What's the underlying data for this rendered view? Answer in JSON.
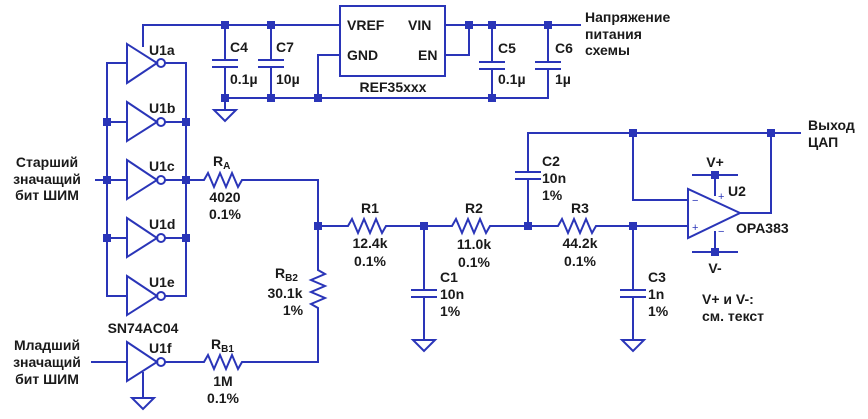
{
  "diagram": {
    "type": "circuit-schematic",
    "wire_color": "#2a35b8",
    "text_color": "#1a1a1a",
    "labels": {
      "supply": [
        "Напряжение",
        "питания",
        "схемы"
      ],
      "msb_input": [
        "Старший",
        "значащий",
        "бит ШИМ"
      ],
      "lsb_input": [
        "Младший",
        "значащий",
        "бит ШИМ"
      ],
      "output": [
        "Выход",
        "ЦАП"
      ],
      "supply_note": [
        "V+ и V-:",
        "см. текст"
      ]
    },
    "reference": {
      "part": "REF35xxx",
      "pins": {
        "vref": "VREF",
        "vin": "VIN",
        "gnd": "GND",
        "en": "EN"
      }
    },
    "inverters": {
      "part": "SN74AC04",
      "units": [
        "U1a",
        "U1b",
        "U1c",
        "U1d",
        "U1e",
        "U1f"
      ]
    },
    "opamp": {
      "ref": "U2",
      "part": "OPA383",
      "vplus": "V+",
      "vminus": "V-",
      "plus_sign": "+",
      "minus_sign": "−"
    },
    "resistors": {
      "RA": {
        "name": "R",
        "sub": "A",
        "value": "4020",
        "tol": "0.1%"
      },
      "RB2": {
        "name": "R",
        "sub": "B2",
        "value": "30.1k",
        "tol": "1%"
      },
      "RB1": {
        "name": "R",
        "sub": "B1",
        "value": "1M",
        "tol": "0.1%"
      },
      "R1": {
        "name": "R1",
        "value": "12.4k",
        "tol": "0.1%"
      },
      "R2": {
        "name": "R2",
        "value": "11.0k",
        "tol": "0.1%"
      },
      "R3": {
        "name": "R3",
        "value": "44.2k",
        "tol": "0.1%"
      }
    },
    "capacitors": {
      "C1": {
        "name": "C1",
        "value": "10n",
        "tol": "1%"
      },
      "C2": {
        "name": "C2",
        "value": "10n",
        "tol": "1%"
      },
      "C3": {
        "name": "C3",
        "value": "1n",
        "tol": "1%"
      },
      "C4": {
        "name": "C4",
        "value": "0.1µ"
      },
      "C5": {
        "name": "C5",
        "value": "0.1µ"
      },
      "C6": {
        "name": "C6",
        "value": "1µ"
      },
      "C7": {
        "name": "C7",
        "value": "10µ"
      }
    }
  }
}
